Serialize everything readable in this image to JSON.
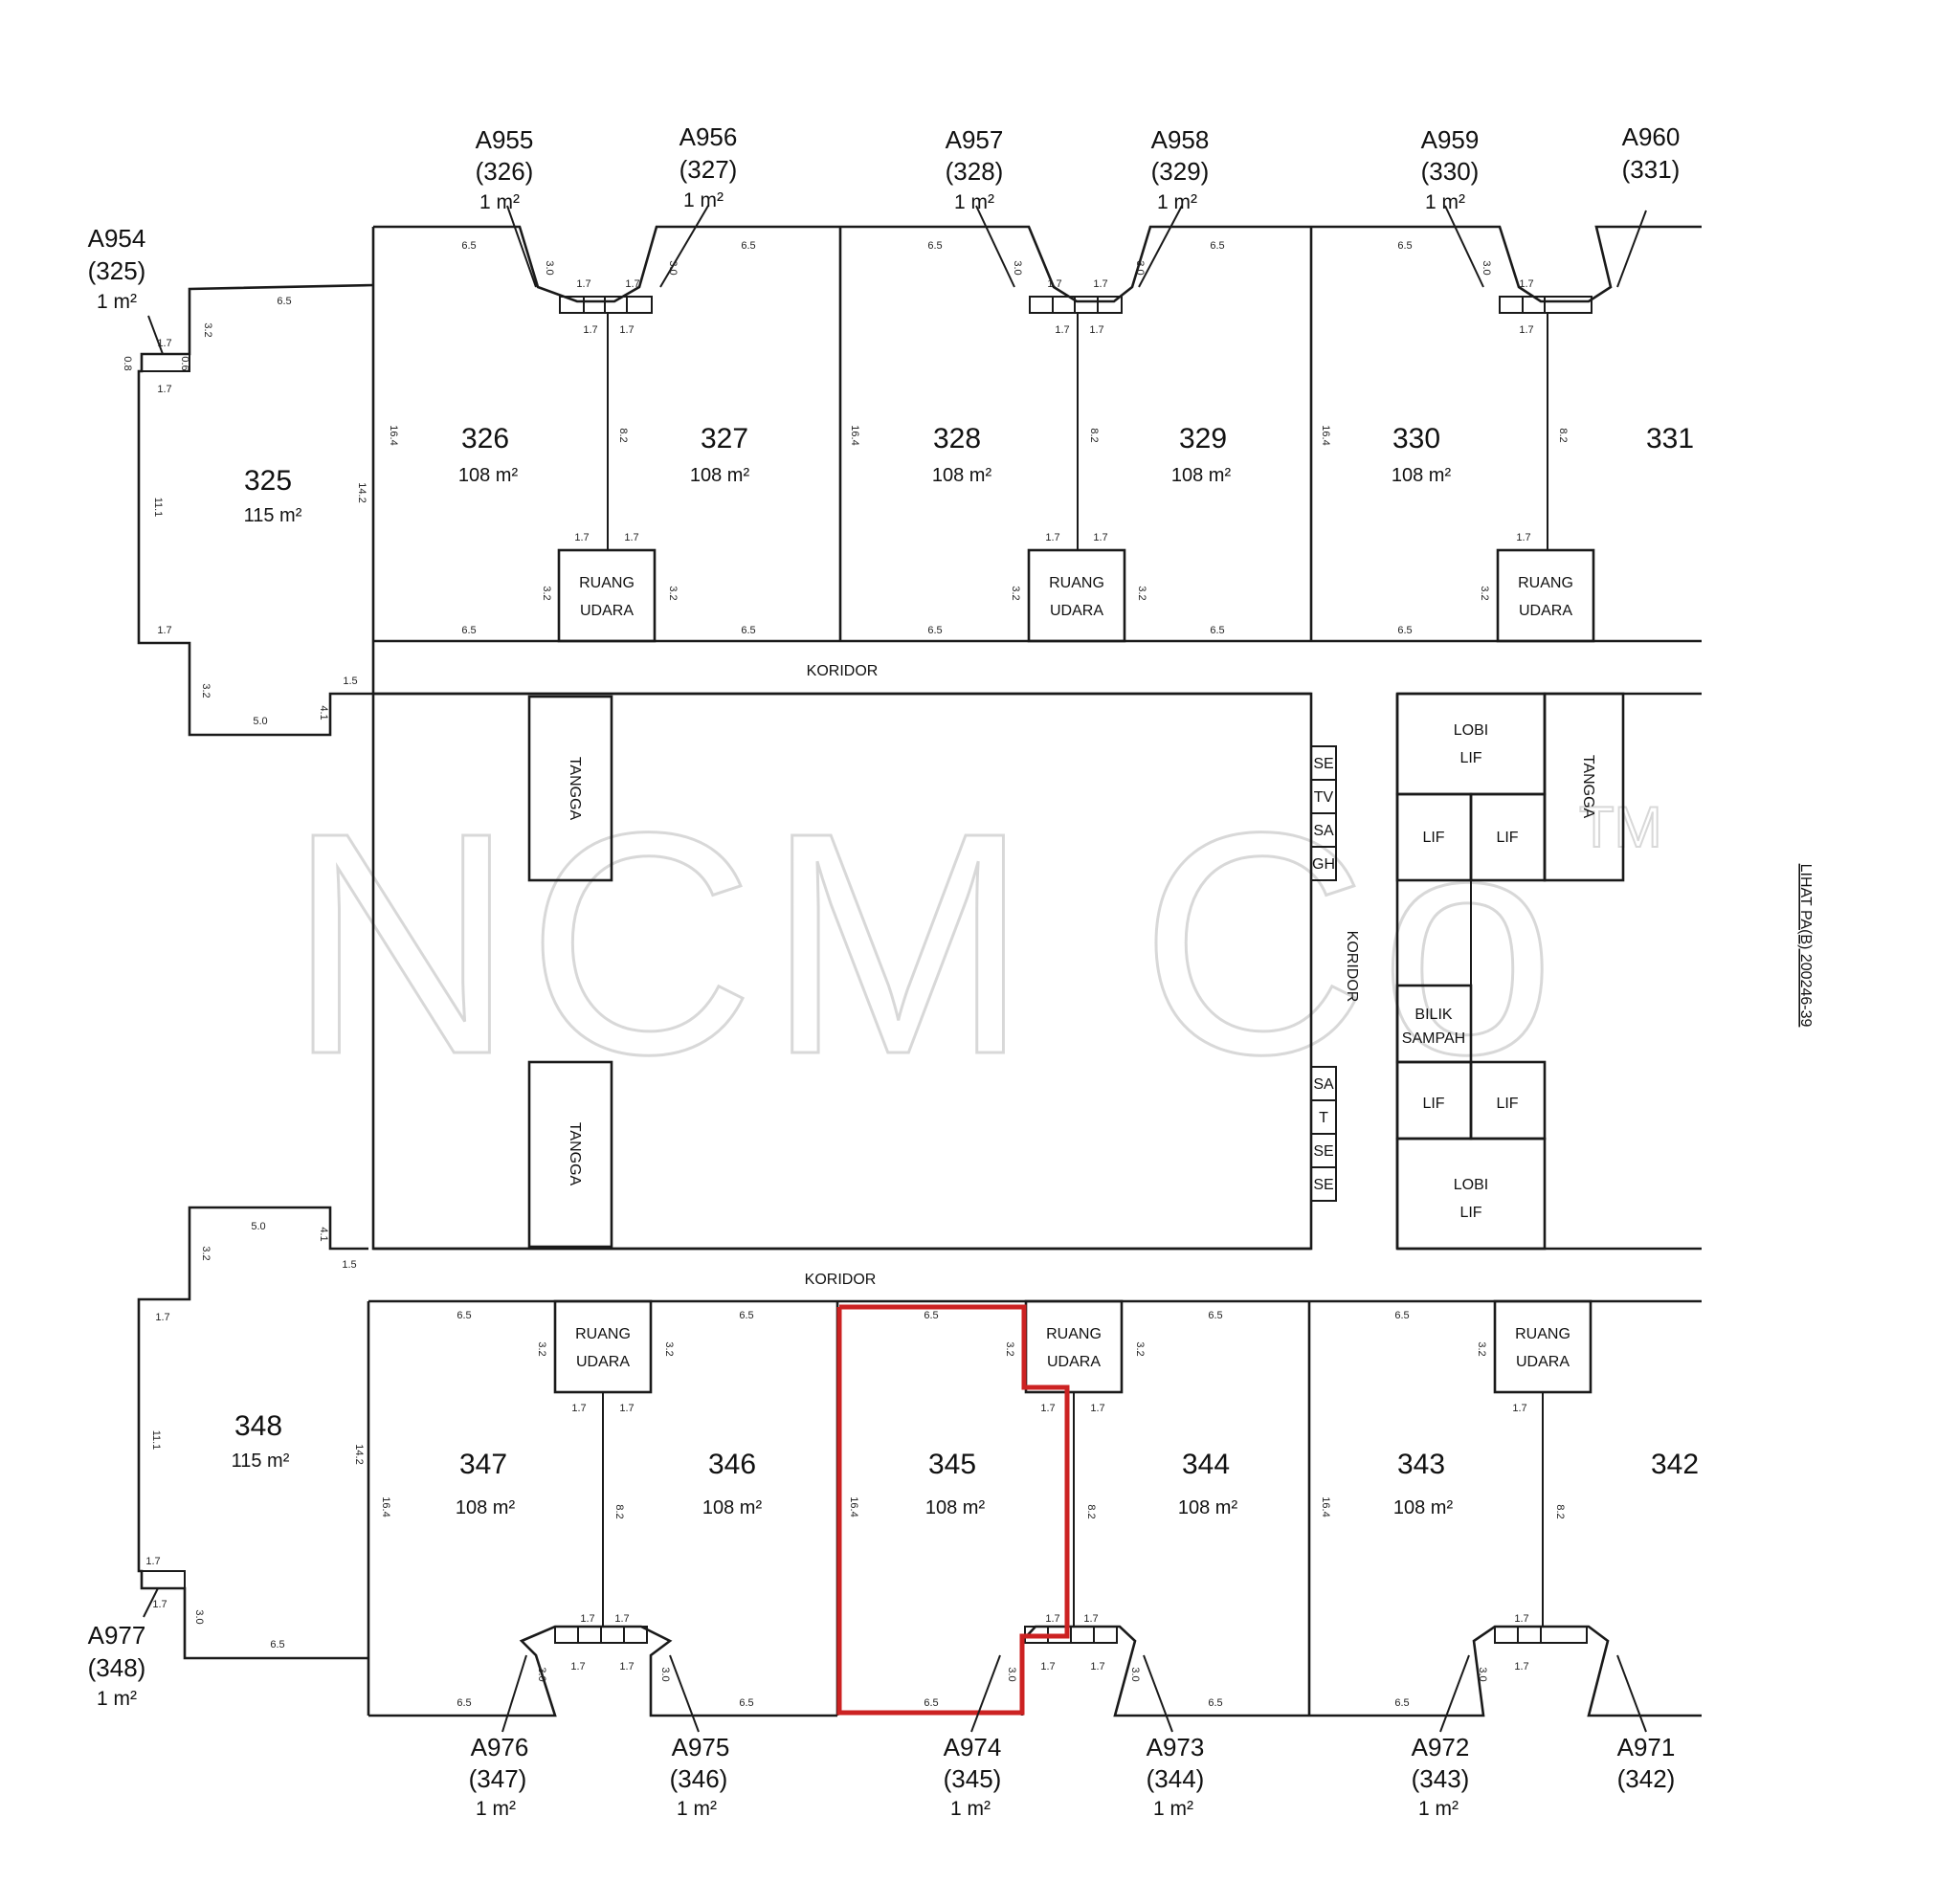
{
  "watermark": {
    "text": "NCM Co",
    "tm": "TM"
  },
  "reference": "LIHAT PA(B) 200246-39",
  "corridor_label": "KORIDOR",
  "upper_units": [
    {
      "no": "325",
      "area": "115 m²"
    },
    {
      "no": "326",
      "area": "108 m²"
    },
    {
      "no": "327",
      "area": "108 m²"
    },
    {
      "no": "328",
      "area": "108 m²"
    },
    {
      "no": "329",
      "area": "108 m²"
    },
    {
      "no": "330",
      "area": "108 m²"
    },
    {
      "no": "331",
      "area": ""
    }
  ],
  "lower_units": [
    {
      "no": "348",
      "area": "115 m²"
    },
    {
      "no": "347",
      "area": "108 m²"
    },
    {
      "no": "346",
      "area": "108 m²"
    },
    {
      "no": "345",
      "area": "108 m²"
    },
    {
      "no": "344",
      "area": "108 m²"
    },
    {
      "no": "343",
      "area": "108 m²"
    },
    {
      "no": "342",
      "area": ""
    }
  ],
  "upper_accessories": [
    {
      "code": "A954",
      "ref": "(325)",
      "area": "1 m²"
    },
    {
      "code": "A955",
      "ref": "(326)",
      "area": "1 m²"
    },
    {
      "code": "A956",
      "ref": "(327)",
      "area": "1 m²"
    },
    {
      "code": "A957",
      "ref": "(328)",
      "area": "1 m²"
    },
    {
      "code": "A958",
      "ref": "(329)",
      "area": "1 m²"
    },
    {
      "code": "A959",
      "ref": "(330)",
      "area": "1 m²"
    },
    {
      "code": "A960",
      "ref": "(331)",
      "area": ""
    }
  ],
  "lower_accessories": [
    {
      "code": "A977",
      "ref": "(348)",
      "area": "1 m²"
    },
    {
      "code": "A976",
      "ref": "(347)",
      "area": "1 m²"
    },
    {
      "code": "A975",
      "ref": "(346)",
      "area": "1 m²"
    },
    {
      "code": "A974",
      "ref": "(345)",
      "area": "1 m²"
    },
    {
      "code": "A973",
      "ref": "(344)",
      "area": "1 m²"
    },
    {
      "code": "A972",
      "ref": "(343)",
      "area": "1 m²"
    },
    {
      "code": "A971",
      "ref": "(342)",
      "area": ""
    }
  ],
  "labels": {
    "ruang_1": "RUANG",
    "ruang_2": "UDARA",
    "tangga": "TANGGA",
    "lobi_1": "LOBI",
    "lobi_2": "LIF",
    "lif": "LIF",
    "bilik_1": "BILIK",
    "bilik_2": "SAMPAH"
  },
  "service_codes_top": [
    "SE",
    "TV",
    "SA",
    "GH"
  ],
  "service_codes_bottom": [
    "SA",
    "T",
    "SE",
    "SE"
  ],
  "dimensions": {
    "d65": "6.5",
    "d32": "3.2",
    "d17": "1.7",
    "d30": "3.0",
    "d82": "8.2",
    "d164": "16.4",
    "d50": "5.0",
    "d41": "4.1",
    "d15": "1.5",
    "d111": "11.1",
    "d142": "14.2",
    "d08": "0.8",
    "d06": "0.6"
  },
  "highlight": {
    "unit": "345",
    "color": "#cc2222"
  }
}
